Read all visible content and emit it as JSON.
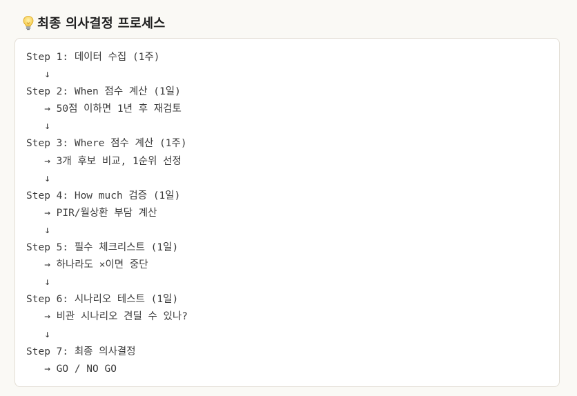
{
  "heading": {
    "icon": "lightbulb-icon",
    "title": "최종 의사결정 프로세스"
  },
  "code_block": {
    "lines": [
      "Step 1: 데이터 수집 (1주)",
      "   ↓",
      "Step 2: When 점수 계산 (1일)",
      "   → 50점 이하면 1년 후 재검토",
      "   ↓",
      "Step 3: Where 점수 계산 (1주)",
      "   → 3개 후보 비교, 1순위 선정",
      "   ↓",
      "Step 4: How much 검증 (1일)",
      "   → PIR/월상환 부담 계산",
      "   ↓",
      "Step 5: 필수 체크리스트 (1일)",
      "   → 하나라도 ×이면 중단",
      "   ↓",
      "Step 6: 시나리오 테스트 (1일)",
      "   → 비관 시나리오 견딜 수 있나?",
      "   ↓",
      "Step 7: 최종 의사결정",
      "   → GO / NO GO"
    ]
  }
}
